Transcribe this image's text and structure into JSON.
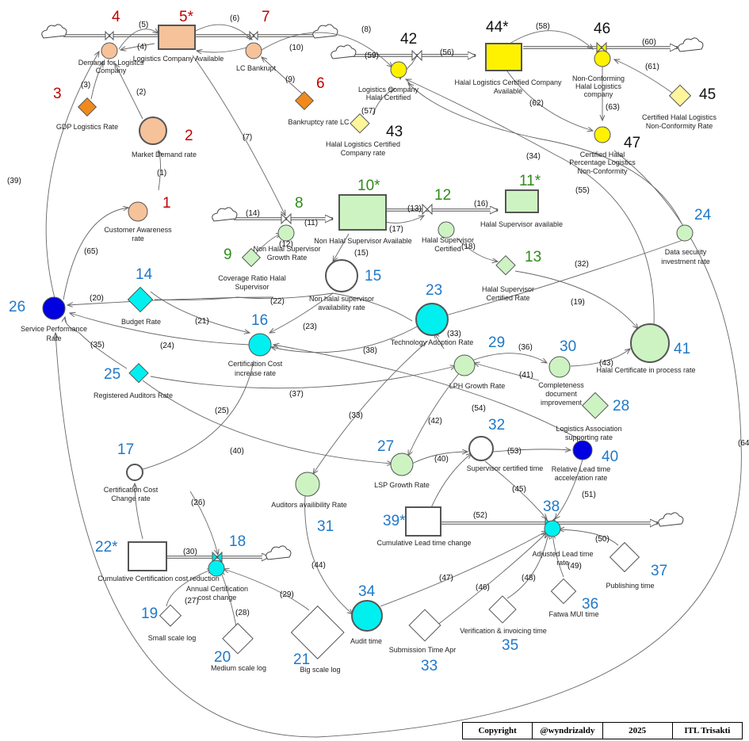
{
  "numbers": {
    "n1": "1",
    "n2": "2",
    "n3": "3",
    "n4": "4",
    "n5": "5*",
    "n6": "6",
    "n7": "7",
    "n8": "8",
    "n9": "9",
    "n10": "10*",
    "n11": "11*",
    "n12": "12",
    "n13": "13",
    "n14": "14",
    "n15": "15",
    "n16": "16",
    "n17": "17",
    "n18": "18",
    "n19": "19",
    "n20": "20",
    "n21": "21",
    "n22": "22*",
    "n23": "23",
    "n24": "24",
    "n25": "25",
    "n26": "26",
    "n27": "27",
    "n28": "28",
    "n29": "29",
    "n30": "30",
    "n31": "31",
    "n32": "32",
    "n33": "33",
    "n34": "34",
    "n35": "35",
    "n36": "36",
    "n37": "37",
    "n38": "38",
    "n39": "39*",
    "n40": "40",
    "n41": "41",
    "n42": "42",
    "n43": "43",
    "n44": "44*",
    "n45": "45",
    "n46": "46",
    "n47": "47"
  },
  "labels": {
    "customer_awareness": [
      "Customer Awareness",
      "rate"
    ],
    "market_demand": [
      "Market Demand rate"
    ],
    "gdp": [
      "GDP Logistics Rate"
    ],
    "demand_logistics": [
      "Demand for Logistcs",
      "Company"
    ],
    "company_available": [
      "Logistics Company Available"
    ],
    "lc_bankrupt": [
      "LC Bankrupt"
    ],
    "bankruptcy_rate": [
      "Bankruptcy rate LC"
    ],
    "lc_halal_certified": [
      "Logistics Company",
      "Halal Certified"
    ],
    "halal_cert_company_rate": [
      "Halal Logistics Certified",
      "Company rate"
    ],
    "halal_cert_company_avail": [
      "Halal Logistics Certified Company",
      "Available"
    ],
    "non_conforming": [
      "Non-Conforming",
      "Halal Logistics",
      "company"
    ],
    "cert_nonconformity_rate": [
      "Certified Halal Logistics",
      "Non-Conformity Rate"
    ],
    "cert_pct_nonconformity": [
      "Certified Halal",
      "Percentage Logistics",
      "Non-Conformity"
    ],
    "non_halal_growth": [
      "Non Halal Supervisor",
      "Growth Rate"
    ],
    "coverage_ratio": [
      "Coverage Ratio Halal",
      "Supervisor"
    ],
    "non_halal_available": [
      "Non Halal Supervisor Available"
    ],
    "halal_sup_certified": [
      "Halal Supervisor",
      "Certified"
    ],
    "halal_sup_available": [
      "Halal Supervisor available"
    ],
    "halal_sup_cert_rate": [
      "Halal Supervisor",
      "Certified Rate"
    ],
    "non_halal_avail_rate": [
      "Non halal supervisor",
      "availability rate"
    ],
    "data_security": [
      "Data security",
      "investment rate"
    ],
    "service_performance": [
      "Service Performance",
      "Rate"
    ],
    "budget_rate": [
      "Budget Rate"
    ],
    "cert_cost_increase": [
      "Certification Cost",
      "increase rate"
    ],
    "tech_adoption": [
      "Technology Adoption Rate"
    ],
    "halal_cert_process": [
      "Halal Certificate in process rate"
    ],
    "registered_auditors": [
      "Registered Auditors Rate"
    ],
    "lph_growth": [
      "LPH Growth Rate"
    ],
    "completeness": [
      "Completeness",
      "document",
      "improvement"
    ],
    "lar": [
      "Logistics Association",
      "supporting rate"
    ],
    "relative_lead": [
      "Relative Lead time",
      "acceleration rate"
    ],
    "sup_cert_time": [
      "Supervisor certified time"
    ],
    "lsp_growth": [
      "LSP Growth Rate"
    ],
    "auditors_avail": [
      "Auditors availibility Rate"
    ],
    "cert_cost_change": [
      "Certification Cost",
      "Change rate"
    ],
    "cum_lead_change": [
      "Cumulative Lead time change"
    ],
    "adjusted_lead": [
      "Adjusted Lead time",
      "rate"
    ],
    "cum_cert_cost": [
      "Cumulative Certification cost reduction"
    ],
    "annual_cert_cost": [
      "Annual Certification",
      "cost change"
    ],
    "publishing": [
      "Publishing time"
    ],
    "fatwa": [
      "Fatwa MUI time"
    ],
    "verification": [
      "Verification & invoicing time"
    ],
    "submission": [
      "Submission Time Apr"
    ],
    "audit_time": [
      "Audit time"
    ],
    "small_log": [
      "Small scale log"
    ],
    "medium_log": [
      "Medium scale log"
    ],
    "big_log": [
      "Big scale log"
    ]
  },
  "link_tags": {
    "l1": "(1)",
    "l2": "(2)",
    "l3": "(3)",
    "l4": "(4)",
    "l5": "(5)",
    "l6": "(6)",
    "l7": "(7)",
    "l8": "(8)",
    "l9": "(9)",
    "l10": "(10)",
    "l11": "(11)",
    "l12": "(12)",
    "l13": "(13)",
    "l14": "(14)",
    "l15": "(15)",
    "l16": "(16)",
    "l17": "(17)",
    "l18": "(18)",
    "l19": "(19)",
    "l20": "(20)",
    "l21": "(21)",
    "l22": "(22)",
    "l23": "(23)",
    "l24": "(24)",
    "l25": "(25)",
    "l26": "(26)",
    "l27": "(27)",
    "l28": "(28)",
    "l29": "(29)",
    "l30": "(30)",
    "l32": "(32)",
    "l33a": "(33)",
    "l33b": "(33)",
    "l34": "(34)",
    "l35": "(35)",
    "l36": "(36)",
    "l37": "(37)",
    "l38": "(38)",
    "l39": "(39)",
    "l40a": "(40)",
    "l40b": "(40)",
    "l41": "(41)",
    "l42": "(42)",
    "l43": "(43)",
    "l44": "(44)",
    "l45": "(45)",
    "l46": "(46)",
    "l47": "(47)",
    "l48": "(48)",
    "l49": "(49)",
    "l50": "(50)",
    "l51": "(51)",
    "l52": "(52)",
    "l53": "(53)",
    "l54": "(54)",
    "l55": "(55)",
    "l56": "(56)",
    "l57": "(57)",
    "l58": "(58)",
    "l59": "(59)",
    "l60": "(60)",
    "l61": "(61)",
    "l62": "(62)",
    "l63": "(63)",
    "l64": "(64",
    "l65": "(65)"
  },
  "copyright": {
    "label": "Copyright",
    "handle": "@wyndrizaldy",
    "year": "2025",
    "org": "ITL Trisakti"
  },
  "colors": {
    "salmon": "#f6c29a",
    "orange": "#f08a1e",
    "yellow": "#fff200",
    "pale_yellow": "#fff59a",
    "light_green": "#cdf3c3",
    "green": "#b8ecb0",
    "cyan": "#00f0f0",
    "blue": "#0000e0",
    "red_number": "#c00000",
    "green_number": "#2e8b1a",
    "blue_number": "#1f78c8"
  }
}
